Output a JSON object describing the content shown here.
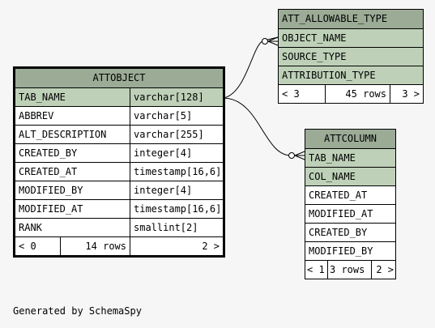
{
  "attobject": {
    "title": "ATTOBJECT",
    "columns": [
      {
        "name": "TAB_NAME",
        "type": "varchar[128]"
      },
      {
        "name": "ABBREV",
        "type": "varchar[5]"
      },
      {
        "name": "ALT_DESCRIPTION",
        "type": "varchar[255]"
      },
      {
        "name": "CREATED_BY",
        "type": "integer[4]"
      },
      {
        "name": "CREATED_AT",
        "type": "timestamp[16,6]"
      },
      {
        "name": "MODIFIED_BY",
        "type": "integer[4]"
      },
      {
        "name": "MODIFIED_AT",
        "type": "timestamp[16,6]"
      },
      {
        "name": "RANK",
        "type": "smallint[2]"
      }
    ],
    "footer": {
      "parents": "< 0",
      "rows": "14 rows",
      "children": "2 >"
    }
  },
  "att_allowable_type": {
    "title": "ATT_ALLOWABLE_TYPE",
    "columns": [
      "OBJECT_NAME",
      "SOURCE_TYPE",
      "ATTRIBUTION_TYPE"
    ],
    "footer": {
      "parents": "< 3",
      "rows": "45 rows",
      "children": "3 >"
    }
  },
  "attcolumn": {
    "title": "ATTCOLUMN",
    "columns": [
      "TAB_NAME",
      "COL_NAME",
      "CREATED_AT",
      "MODIFIED_AT",
      "CREATED_BY",
      "MODIFIED_BY"
    ],
    "footer": {
      "parents": "< 1",
      "rows": "3 rows",
      "children": "2 >"
    }
  },
  "credit": "Generated by SchemaSpy",
  "colors": {
    "header": "#9bab96",
    "key": "#bed1b8",
    "background": "#f6f6f6"
  }
}
